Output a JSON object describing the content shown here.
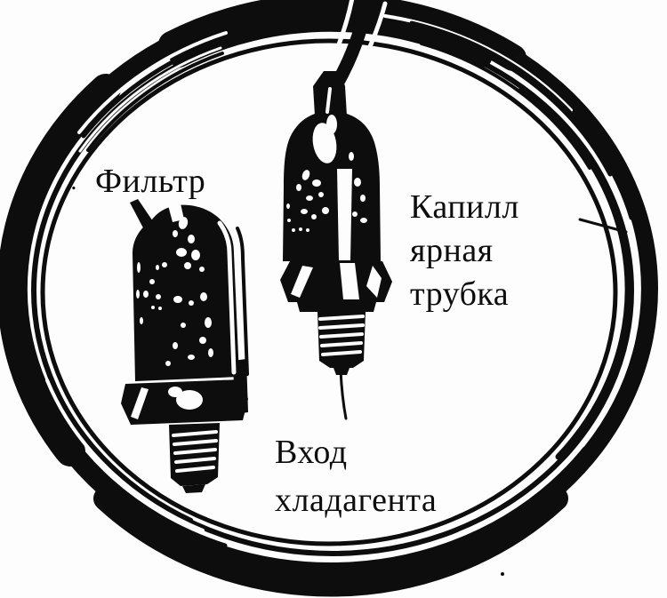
{
  "figure": {
    "background_color": "#fdfdfd",
    "ink_color": "#0d0d0d",
    "kind": "scanned line engraving of a coiled capillary tube with filter and refrigerant-inlet fitting"
  },
  "labels": {
    "filter": "Фильтр",
    "capillary_tube": "Капилл\nярная\nтрубка",
    "refrigerant_inlet": "Вход\nхладагента",
    "colon_artifact": ":"
  },
  "parts": [
    "capillary-coil",
    "inlet-tube",
    "filter-drier",
    "valve-fitting",
    "leader-line-capillary",
    "leader-line-inlet"
  ]
}
